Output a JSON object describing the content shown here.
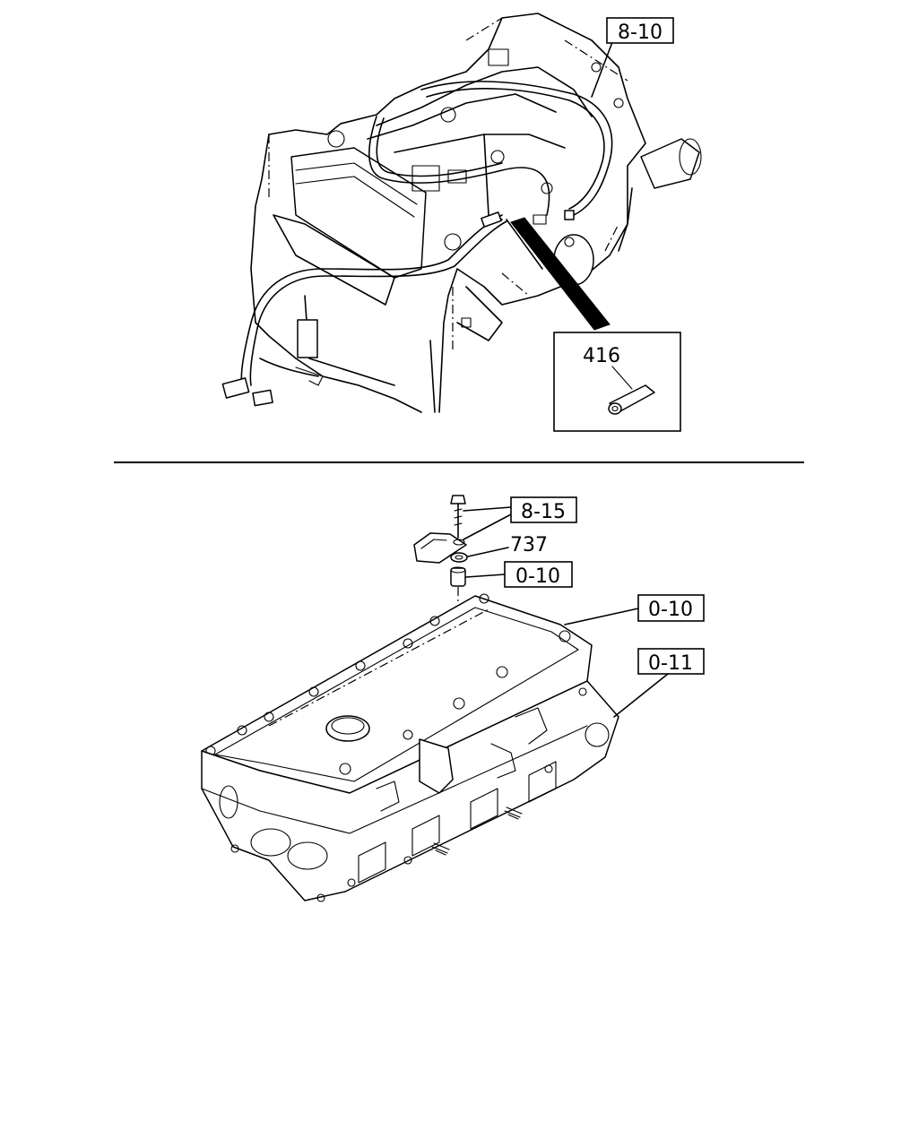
{
  "top_view": {
    "callouts": {
      "harness_ref": "8-10",
      "clip_part": "416"
    }
  },
  "bottom_view": {
    "callouts": {
      "bolt_ref": "8-15",
      "washer_part": "737",
      "grommet_ref": "0-10",
      "cover_ref": "0-10",
      "head_ref": "0-11"
    }
  }
}
